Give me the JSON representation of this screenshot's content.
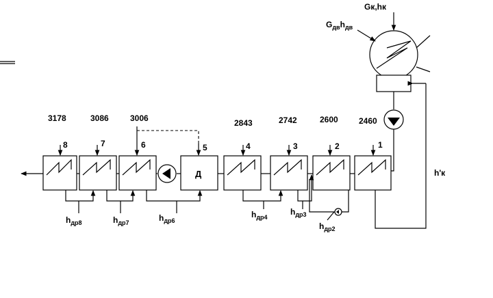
{
  "top": {
    "condensate_flow": "Gк,hк",
    "condensate_flow_main": "Gк,hк",
    "air_removal_main": "Gдв",
    "air_removal_sub": "двhдв",
    "air_removal_h": "h",
    "air_removal_h_sub": "дв"
  },
  "extractions": [
    {
      "number": "8",
      "enthalpy": "3178"
    },
    {
      "number": "7",
      "enthalpy": "3086"
    },
    {
      "number": "6",
      "enthalpy": "3006"
    },
    {
      "number": "5",
      "enthalpy": ""
    },
    {
      "number": "4",
      "enthalpy": "2843"
    },
    {
      "number": "3",
      "enthalpy": "2742"
    },
    {
      "number": "2",
      "enthalpy": "2600"
    },
    {
      "number": "1",
      "enthalpy": "2460"
    }
  ],
  "deaerator_label": "Д",
  "drain_labels": [
    {
      "main": "h",
      "sub": "др8"
    },
    {
      "main": "h",
      "sub": "др7"
    },
    {
      "main": "h",
      "sub": "др6"
    },
    {
      "main": "h",
      "sub": "др4"
    },
    {
      "main": "h",
      "sub": "др3"
    },
    {
      "main": "h",
      "sub": "др2"
    }
  ],
  "condensate_return_label": "h'к"
}
